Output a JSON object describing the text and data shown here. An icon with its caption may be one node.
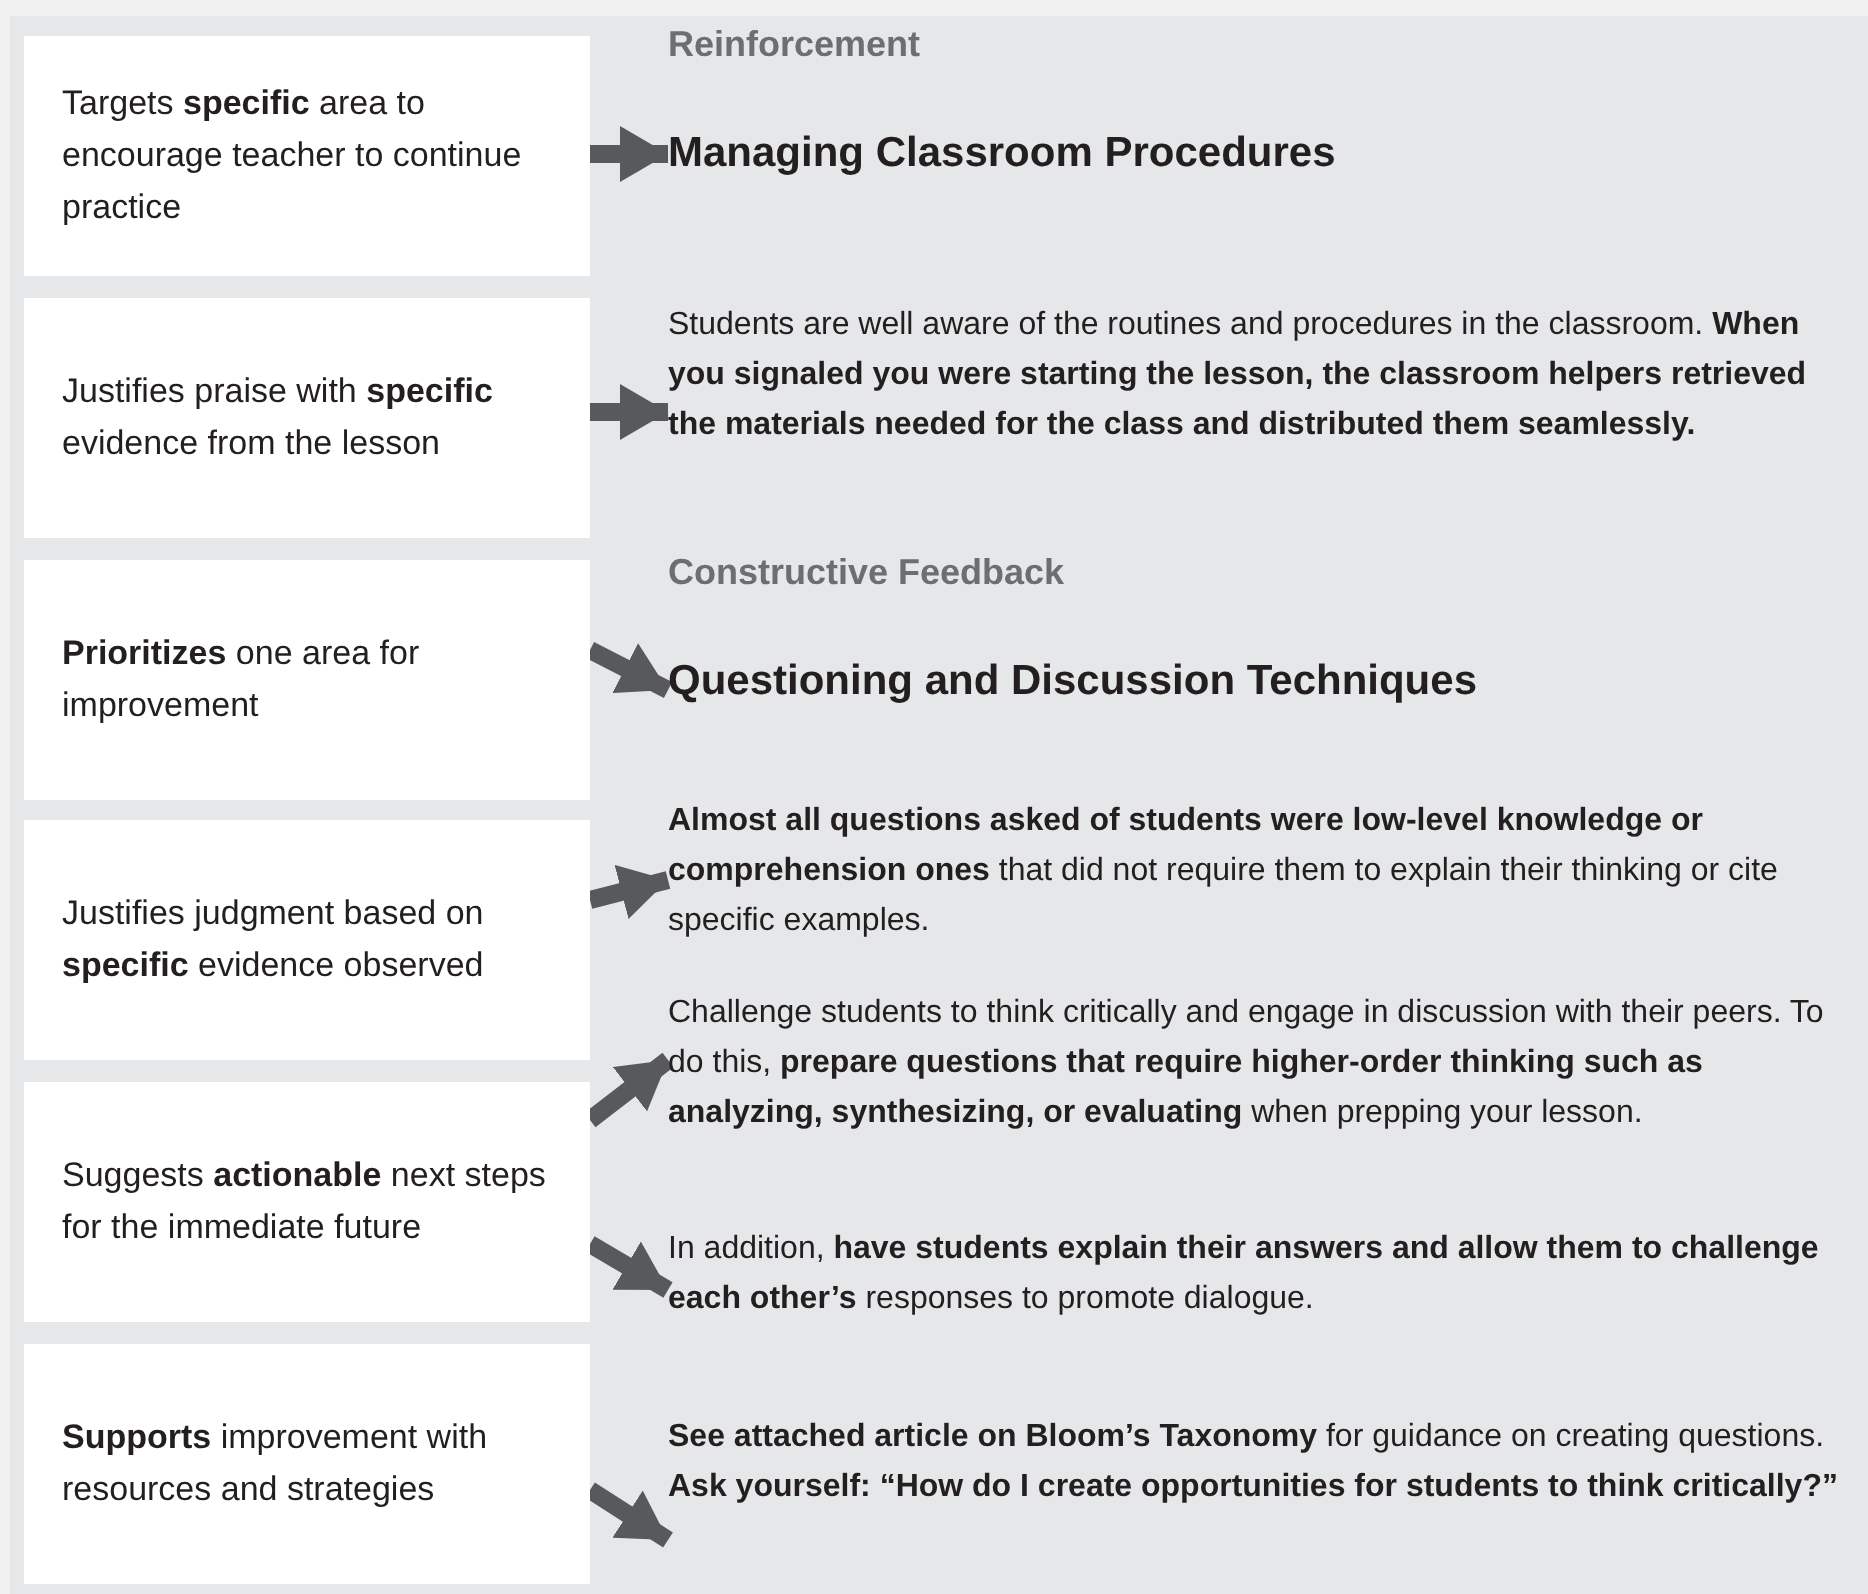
{
  "diagram": {
    "nodes": [
      {
        "text": [
          "Targets **specific** area to encourage teacher to continue practice"
        ]
      },
      {
        "text": [
          "Justifies praise with **specific** evidence from the lesson"
        ]
      },
      {
        "text": [
          "**Prioritizes** one area for improvement"
        ]
      },
      {
        "text": [
          "Justifies judgment based on **specific** evidence observed"
        ]
      },
      {
        "text": [
          "Suggests **actionable** next steps for the immediate future"
        ]
      },
      {
        "text": [
          "**Supports** improvement with resources and strategies"
        ]
      },
      {
        "text": [
          "Managing Classroom Procedures"
        ]
      },
      {
        "text": [
          "Students are well aware of the routines and procedures in the classroom. **When you signaled you were starting the lesson, the classroom helpers retrieved the materials needed for the class and distributed them seamlessly.**"
        ]
      },
      {
        "text": [
          "Questioning and Discussion Techniques"
        ]
      },
      {
        "text": [
          "**Almost all questions asked of students were low-level knowledge or comprehension ones** that did not require them to explain their thinking or cite specific examples."
        ]
      },
      {
        "text": [
          "Challenge students to think critically and engage in discussion with their peers. To do this, **prepare questions that require higher-order thinking such as analyzing, synthesizing, or evaluating** when prepping your lesson."
        ]
      },
      {
        "text": [
          "In addition, **have students explain their answers and allow them to challenge each other’s** responses to promote dialogue."
        ]
      },
      {
        "text": [
          "**See attached article on Bloom’s Taxonomy** for guidance on creating questions. **Ask yourself: “How do I create opportunities for students to think critically?”**"
        ]
      }
    ],
    "edges": [
      {
        "from": 0,
        "to": 6,
        "arrow": "to"
      },
      {
        "from": 1,
        "to": 7,
        "arrow": "to"
      },
      {
        "from": 2,
        "to": 8,
        "arrow": "to"
      },
      {
        "from": 3,
        "to": 9,
        "arrow": "to"
      },
      {
        "from": 4,
        "to": 10,
        "arrow": "to"
      },
      {
        "from": 4,
        "to": 11,
        "arrow": "to"
      },
      {
        "from": 5,
        "to": 12,
        "arrow": "to"
      }
    ],
    "labels": [
      "Reinforcement",
      "Constructive Feedback"
    ]
  }
}
